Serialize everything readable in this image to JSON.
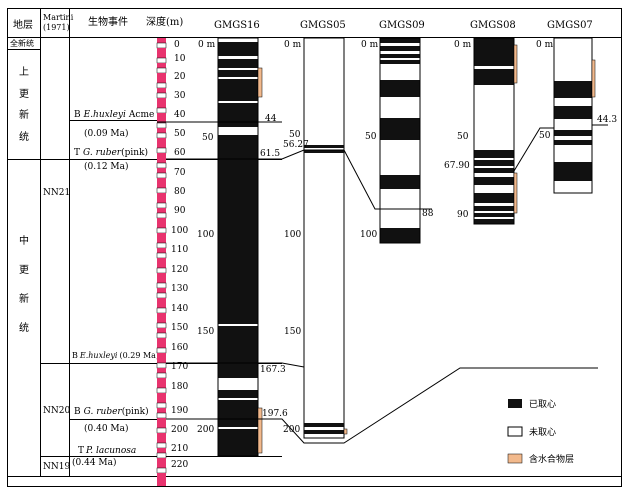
{
  "header": {
    "stratum": "地层",
    "martini_line1": "Martini",
    "martini_line2": "(1971)",
    "bio_events": "生物事件",
    "depth": "深度(m)"
  },
  "epochs": {
    "holocene": "全新统",
    "upper": [
      "上",
      "更",
      "新",
      "统"
    ],
    "middle": [
      "中",
      "更",
      "新",
      "统"
    ]
  },
  "zones": [
    "NN21",
    "NN20",
    "NN19"
  ],
  "events": [
    {
      "prefix": "B",
      "taxon": "E.huxleyi",
      "suffix": "Acme",
      "age": "(0.09 Ma)"
    },
    {
      "prefix": "T",
      "taxon": "G. ruber",
      "suffix": "(pink)",
      "age": "(0.12 Ma)"
    },
    {
      "prefix": "B",
      "taxon": "E.huxleyi",
      "suffix": "(0.29 Ma)",
      "age": ""
    },
    {
      "prefix": "B",
      "taxon": "G. ruber",
      "suffix": "(pink)",
      "age": "(0.40 Ma)"
    },
    {
      "prefix": "T",
      "taxon": "P. lacunosa",
      "suffix": "",
      "age": "(0.44 Ma)"
    }
  ],
  "depth_scale": [
    "0",
    "10",
    "20",
    "30",
    "40",
    "50",
    "60",
    "70",
    "80",
    "90",
    "100",
    "110",
    "120",
    "130",
    "140",
    "150",
    "160",
    "170",
    "180",
    "190",
    "200",
    "210",
    "220"
  ],
  "cores": [
    {
      "name": "GMGS16",
      "ticks": [
        "0 m",
        "50",
        "100",
        "150",
        "200"
      ]
    },
    {
      "name": "GMGS05",
      "ticks": [
        "0 m",
        "50",
        "100",
        "150",
        "200"
      ]
    },
    {
      "name": "GMGS09",
      "ticks": [
        "0 m",
        "50",
        "100"
      ]
    },
    {
      "name": "GMGS08",
      "ticks": [
        "0 m",
        "50",
        "90"
      ]
    },
    {
      "name": "GMGS07",
      "ticks": [
        "0 m",
        "50"
      ]
    }
  ],
  "markers": [
    "44",
    "61.5",
    "56.27",
    "167.3",
    "197.6",
    "88",
    "67.90",
    "44.3"
  ],
  "legend": {
    "cored": "已取心",
    "not_cored": "未取心",
    "hydrate": "含水合物层"
  },
  "colors": {
    "magenta": "#e8336e",
    "cored": "#111111",
    "hydrate": "#f2b98c"
  }
}
